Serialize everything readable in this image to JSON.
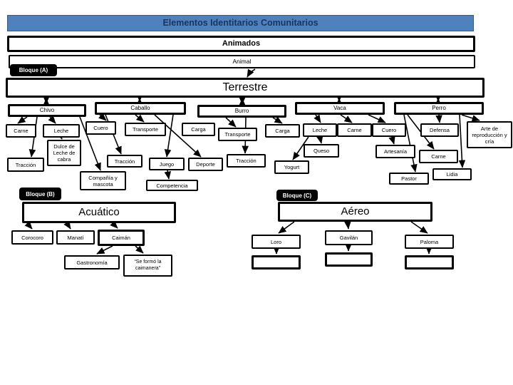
{
  "diagram": {
    "title": "Elementos Identitarios Comunitarios",
    "root": "Animados",
    "sub_root": "Animal",
    "blocks": {
      "a": "Bloque (A)",
      "b": "Bloque (B)",
      "c": "Bloque (C)"
    },
    "terrestre": {
      "label": "Terrestre",
      "chivo": {
        "label": "Chivo",
        "carne": "Carne",
        "leche": "Leche",
        "cuero": "Cuero",
        "dulce": "Dulce de Leche de cabra",
        "traccion": "Tracción",
        "compania": "Compañía y mascota"
      },
      "caballo": {
        "label": "Caballo",
        "transporte": "Transporte",
        "carga": "Carga",
        "traccion": "Tracción",
        "juego": "Juego",
        "deporte": "Deporte",
        "competencia": "Competencia"
      },
      "burro": {
        "label": "Burro",
        "transporte": "Transporte",
        "carga": "Carga",
        "traccion": "Tracción"
      },
      "vaca": {
        "label": "Vaca",
        "leche": "Leche",
        "carne": "Carne",
        "cuero": "Cuero",
        "queso": "Queso",
        "yogurt": "Yogurt",
        "artesania": "Artesanía"
      },
      "perro": {
        "label": "Perro",
        "defensa": "Defensa",
        "arte": "Arte de reproducción y cría",
        "carne": "Carne",
        "lidia": "Lidia",
        "pastor": "Pastor"
      }
    },
    "acuatico": {
      "label": "Acuático",
      "corocoro": "Corocoro",
      "manati": "Manatí",
      "caiman": "Caimán",
      "gastronomia": "Gastronomía",
      "frase": "“Se formó la caimanera”"
    },
    "aereo": {
      "label": "Aéreo",
      "loro": "Loro",
      "gavilan": "Gavilán",
      "paloma": "Paloma"
    },
    "colors": {
      "header_blue": "#4f81bd",
      "header_text": "#17365d",
      "line": "#000000"
    }
  }
}
